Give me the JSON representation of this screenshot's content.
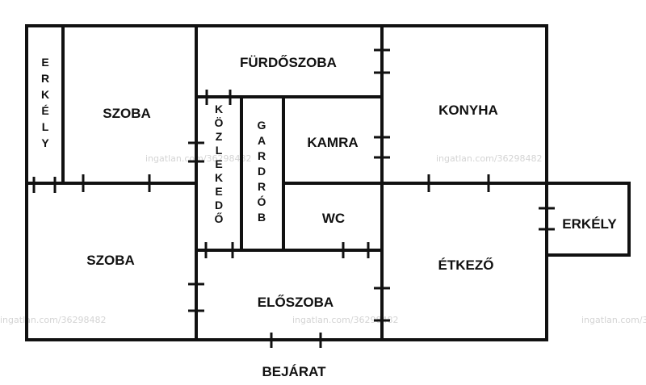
{
  "rooms": {
    "erkely_left": "ERKÉLY",
    "szoba_top": "SZOBA",
    "furdoszoba": "FÜRDŐSZOBA",
    "konyha": "KONYHA",
    "kozlekedo": "KÖZLEKEDŐ",
    "gardrob": "GARDRÓB",
    "kamra": "KAMRA",
    "wc": "WC",
    "szoba_bottom": "SZOBA",
    "etkezo": "ÉTKEZŐ",
    "eloszoba": "ELŐSZOBA",
    "erkely_right": "ERKÉLY"
  },
  "entrance": "BEJÁRAT",
  "watermark": "ingatlan.com/36298482"
}
